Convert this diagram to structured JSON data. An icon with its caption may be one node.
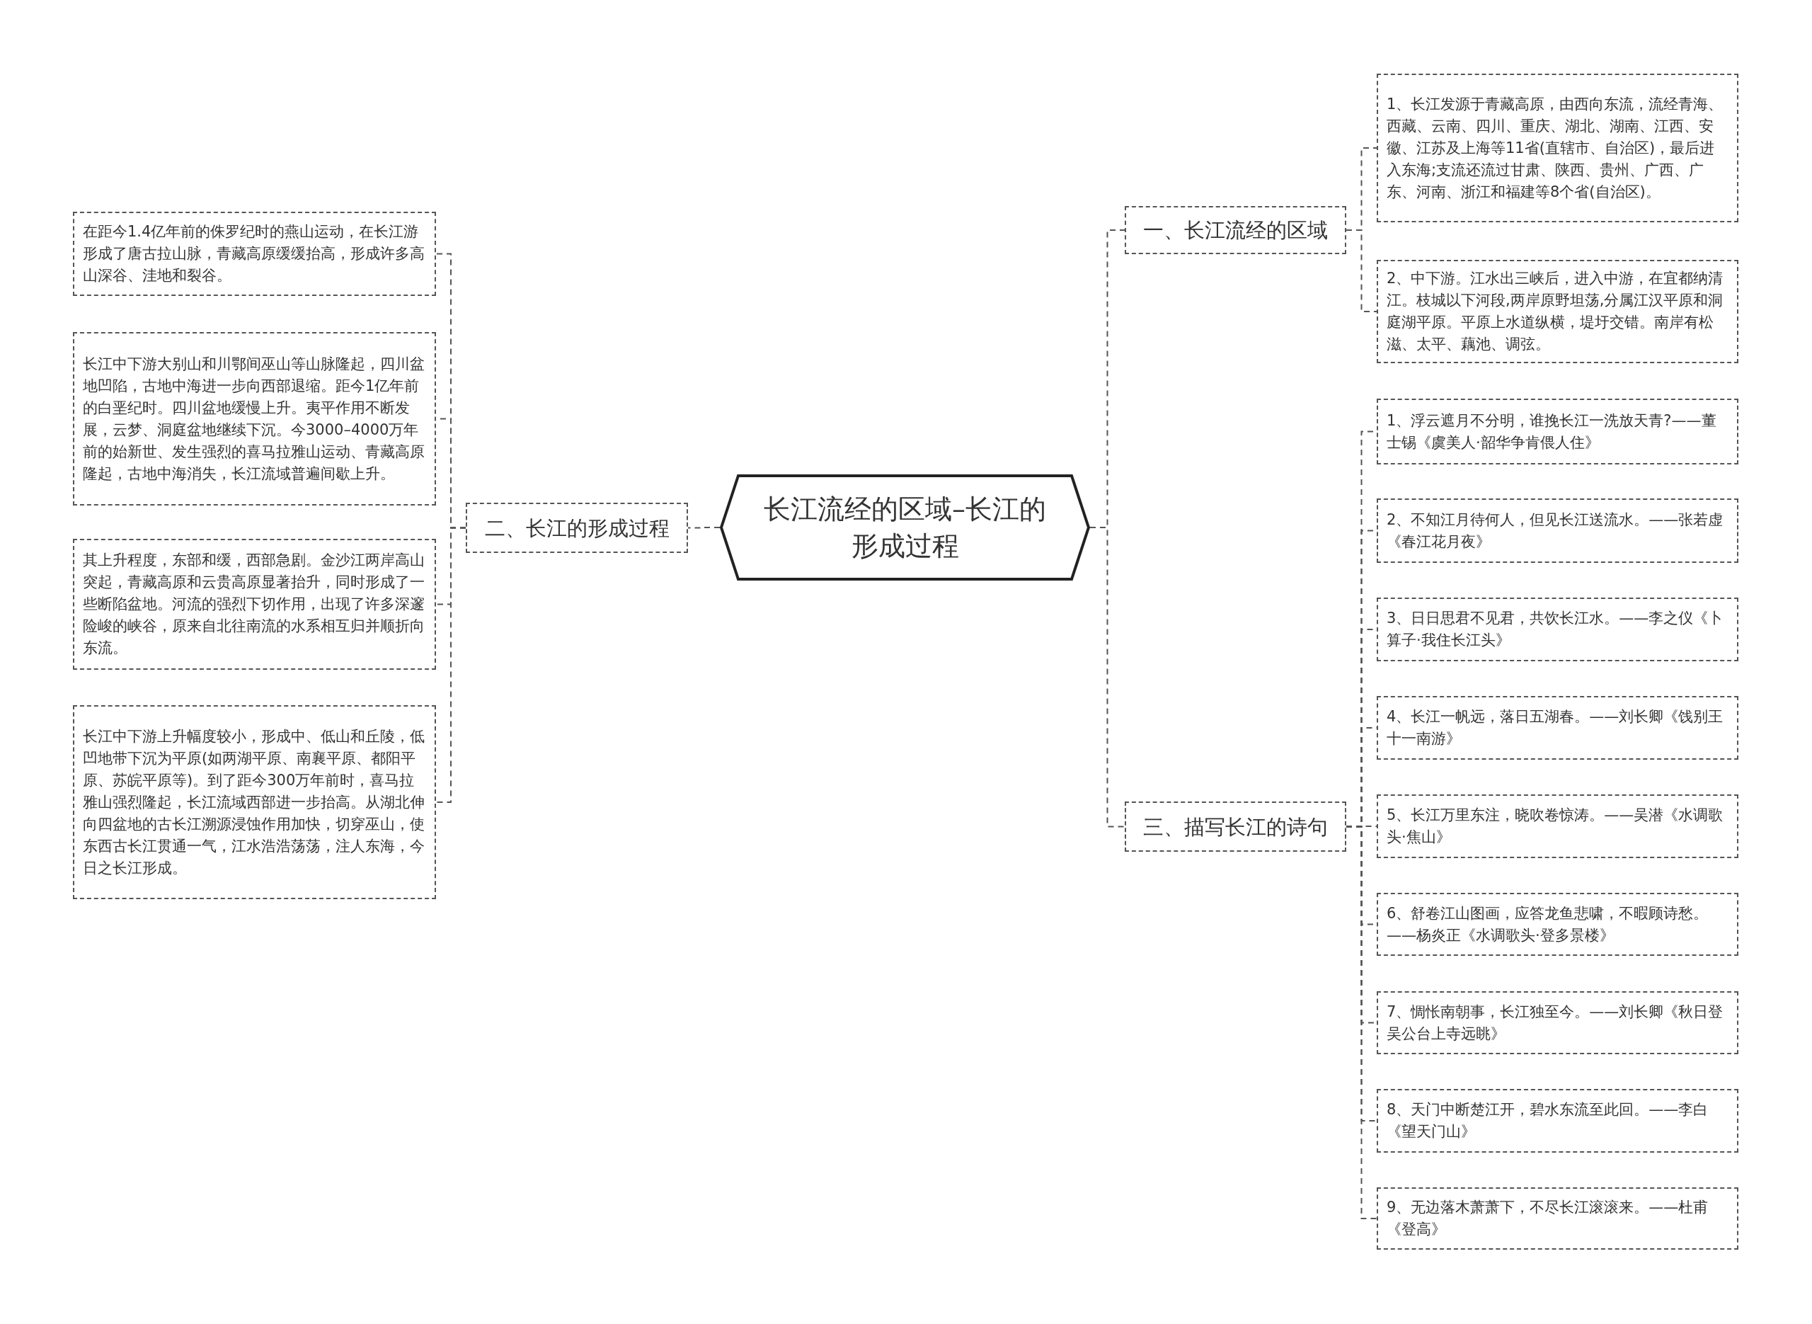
{
  "diagram": {
    "nodes": [
      {
        "text": [
          "长江流经的区域–长江的形成过程"
        ]
      },
      {
        "text": [
          "一、长江流经的区域"
        ]
      },
      {
        "text": [
          "1、长江发源于青藏高原，由西向东流，流经青海、西藏、云南、四川、重庆、湖北、湖南、江西、安徽、江苏及上海等11省(直辖市、自治区)，最后进入东海;支流还流过甘肃、陕西、贵州、广西、广东、河南、浙江和福建等8个省(自治区)。"
        ]
      },
      {
        "text": [
          "2、中下游。江水出三峡后，进入中游，在宜都纳清江。枝城以下河段,两岸原野坦荡,分属江汉平原和洞庭湖平原。平原上水道纵横，堤圩交错。南岸有松滋、太平、藕池、调弦。"
        ]
      },
      {
        "text": [
          "二、长江的形成过程"
        ]
      },
      {
        "text": [
          "在距今1.4亿年前的侏罗纪时的燕山运动，在长江游形成了唐古拉山脉，青藏高原缓缓抬高，形成许多高山深谷、洼地和裂谷。"
        ]
      },
      {
        "text": [
          "长江中下游大别山和川鄂间巫山等山脉隆起，四川盆地凹陷，古地中海进一步向西部退缩。距今1亿年前的白垩纪时。四川盆地缓慢上升。夷平作用不断发展，云梦、洞庭盆地继续下沉。今3000–4000万年前的始新世、发生强烈的喜马拉雅山运动、青藏高原隆起，古地中海消失，长江流域普遍间歇上升。"
        ]
      },
      {
        "text": [
          "其上升程度，东部和缓，西部急剧。金沙江两岸高山突起，青藏高原和云贵高原显著抬升，同时形成了一些断陷盆地。河流的强烈下切作用，出现了许多深邃险峻的峡谷，原来自北往南流的水系相互归并顺折向东流。"
        ]
      },
      {
        "text": [
          "长江中下游上升幅度较小，形成中、低山和丘陵，低凹地带下沉为平原(如两湖平原、南襄平原、都阳平原、苏皖平原等)。到了距今300万年前时，喜马拉雅山强烈隆起，长江流域西部进一步抬高。从湖北伸向四盆地的古长江溯源浸蚀作用加快，切穿巫山，使东西古长江贯通一气，江水浩浩荡荡，注人东海，今日之长江形成。"
        ]
      },
      {
        "text": [
          "三、描写长江的诗句"
        ]
      },
      {
        "text": [
          "1、浮云遮月不分明，谁挽长江一洗放天青?——董士锡《虞美人·韶华争肯偎人住》"
        ]
      },
      {
        "text": [
          "2、不知江月待何人，但见长江送流水。——张若虚《春江花月夜》"
        ]
      },
      {
        "text": [
          "3、日日思君不见君，共饮长江水。——李之仪《卜算子·我住长江头》"
        ]
      },
      {
        "text": [
          "4、长江一帆远，落日五湖春。——刘长卿《饯别王十一南游》"
        ]
      },
      {
        "text": [
          "5、长江万里东注，晓吹卷惊涛。——吴潜《水调歌头·焦山》"
        ]
      },
      {
        "text": [
          "6、舒卷江山图画，应答龙鱼悲啸，不暇顾诗愁。——杨炎正《水调歌头·登多景楼》"
        ]
      },
      {
        "text": [
          "7、惆怅南朝事，长江独至今。——刘长卿《秋日登吴公台上寺远眺》"
        ]
      },
      {
        "text": [
          "8、天门中断楚江开，碧水东流至此回。——李白《望天门山》"
        ]
      },
      {
        "text": [
          "9、无边落木萧萧下，不尽长江滚滚来。——杜甫《登高》"
        ]
      }
    ],
    "edges": [
      {
        "from": 0,
        "to": 1,
        "arrow": "none"
      },
      {
        "from": 1,
        "to": 2,
        "arrow": "none"
      },
      {
        "from": 1,
        "to": 3,
        "arrow": "none"
      },
      {
        "from": 0,
        "to": 4,
        "arrow": "none"
      },
      {
        "from": 4,
        "to": 5,
        "arrow": "none"
      },
      {
        "from": 4,
        "to": 6,
        "arrow": "none"
      },
      {
        "from": 4,
        "to": 7,
        "arrow": "none"
      },
      {
        "from": 4,
        "to": 8,
        "arrow": "none"
      },
      {
        "from": 0,
        "to": 9,
        "arrow": "none"
      },
      {
        "from": 9,
        "to": 10,
        "arrow": "none"
      },
      {
        "from": 9,
        "to": 11,
        "arrow": "none"
      },
      {
        "from": 9,
        "to": 12,
        "arrow": "none"
      },
      {
        "from": 9,
        "to": 13,
        "arrow": "none"
      },
      {
        "from": 9,
        "to": 14,
        "arrow": "none"
      },
      {
        "from": 9,
        "to": 15,
        "arrow": "none"
      },
      {
        "from": 9,
        "to": 16,
        "arrow": "none"
      },
      {
        "from": 9,
        "to": 17,
        "arrow": "none"
      },
      {
        "from": 9,
        "to": 18,
        "arrow": "none"
      }
    ]
  }
}
